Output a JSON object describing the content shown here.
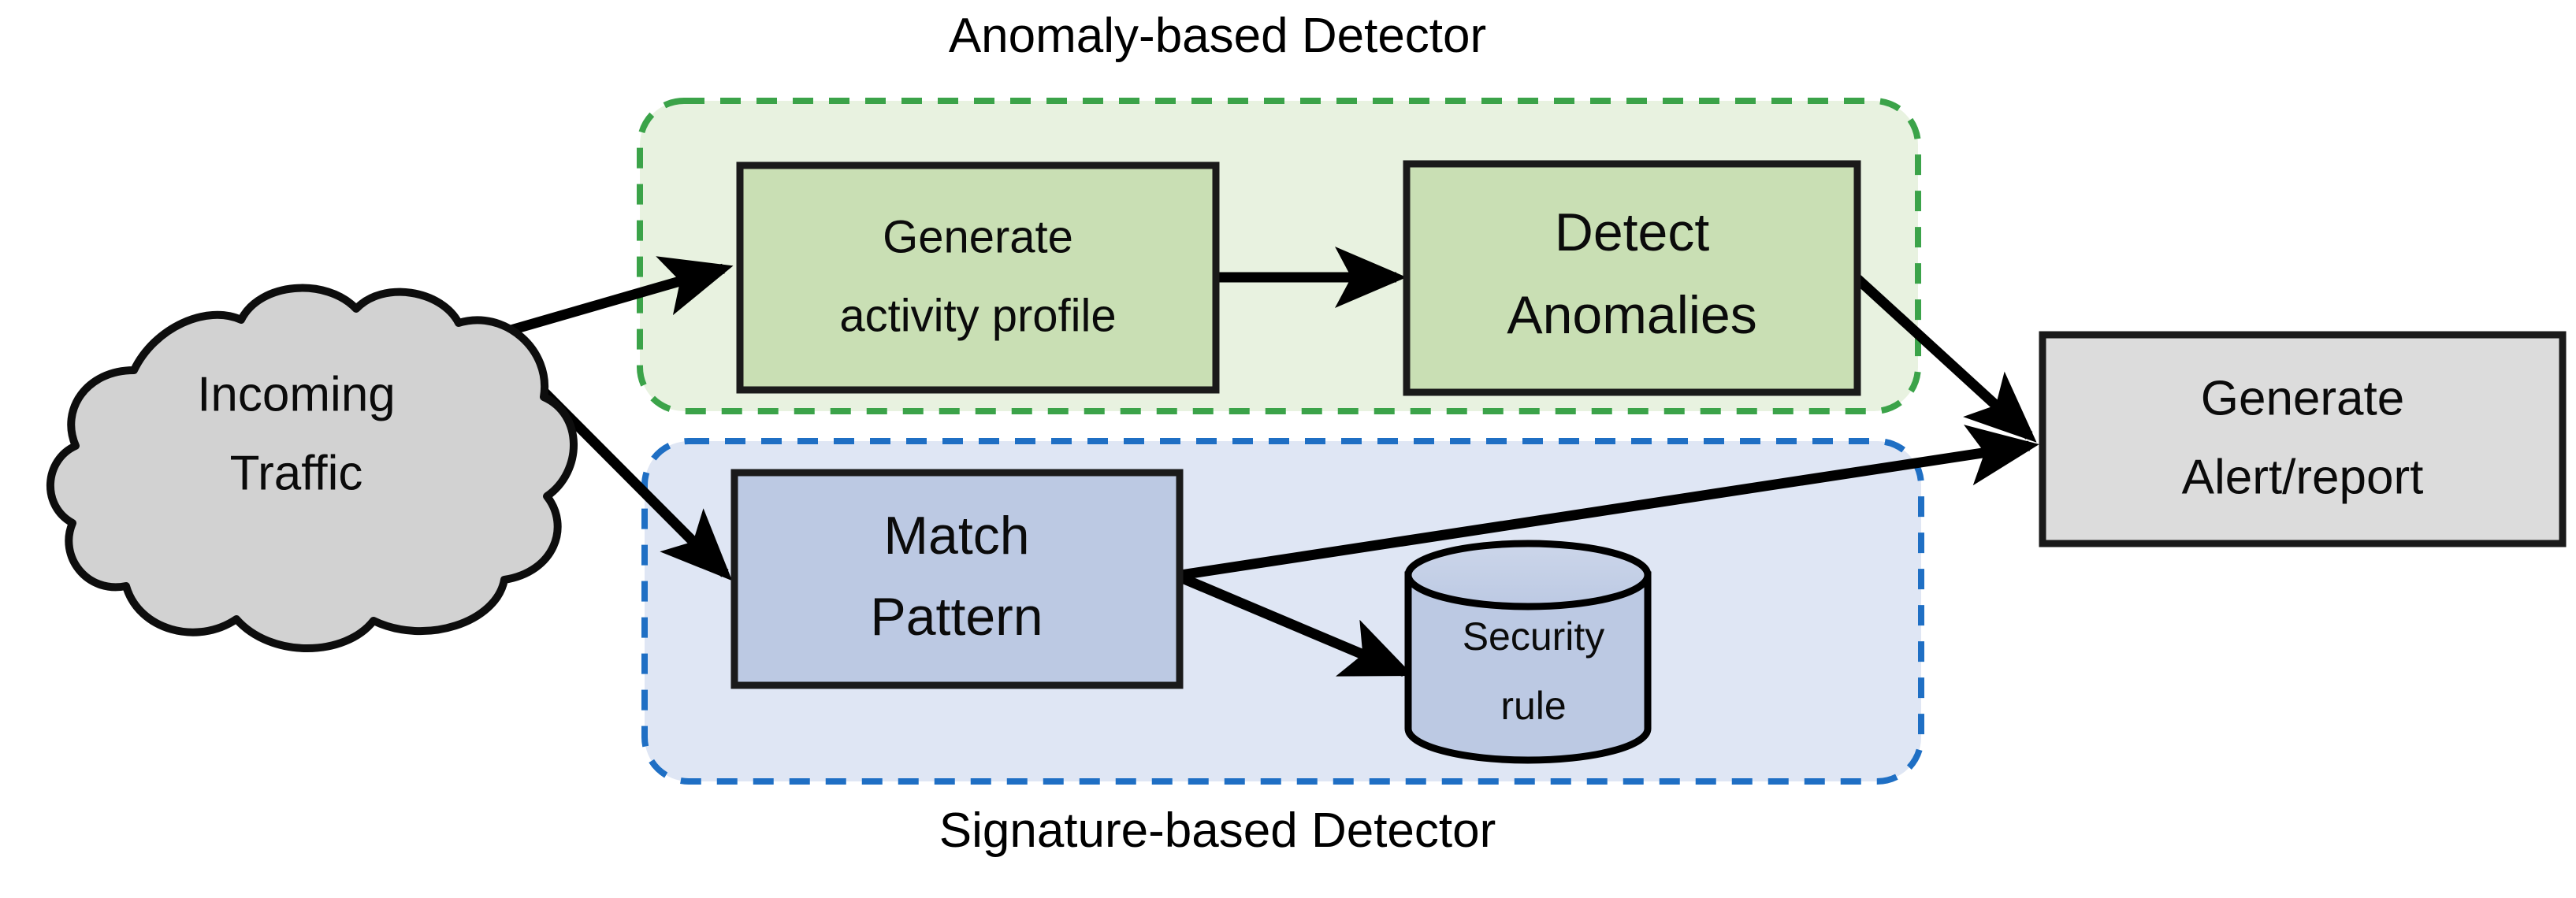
{
  "diagram": {
    "title_top": "Anomaly-based Detector",
    "title_bottom": "Signature-based Detector",
    "background": "#ffffff",
    "groups": [
      {
        "id": "anomaly-group",
        "label": "Anomaly-based Detector",
        "border_color": "#3ba349",
        "fill_color": "#e8f2e0",
        "border_style": "dashed"
      },
      {
        "id": "signature-group",
        "label": "Signature-based Detector",
        "border_color": "#1f6fc4",
        "fill_color": "#dfe6f4",
        "border_style": "dashed"
      }
    ],
    "nodes": [
      {
        "id": "incoming-traffic",
        "shape": "cloud",
        "line1": "Incoming",
        "line2": "Traffic",
        "fill_color": "#d2d2d2",
        "stroke_color": "#000000"
      },
      {
        "id": "generate-activity-profile",
        "shape": "rect",
        "line1": "Generate",
        "line2": "activity profile",
        "fill_color": "#c9dfb4",
        "stroke_color": "#1a1a1a"
      },
      {
        "id": "detect-anomalies",
        "shape": "rect",
        "line1": "Detect",
        "line2": "Anomalies",
        "fill_color": "#c9dfb4",
        "stroke_color": "#1a1a1a"
      },
      {
        "id": "match-pattern",
        "shape": "rect",
        "line1": "Match",
        "line2": "Pattern",
        "fill_color": "#bcc9e3",
        "stroke_color": "#1a1a1a"
      },
      {
        "id": "security-rule",
        "shape": "cylinder",
        "line1": "Security",
        "line2": "rule",
        "fill_color": "#bcc9e3",
        "stroke_color": "#000000"
      },
      {
        "id": "generate-alert-report",
        "shape": "rect",
        "line1": "Generate",
        "line2": "Alert/report",
        "fill_color": "#dcdcdc",
        "stroke_color": "#1a1a1a"
      }
    ],
    "edges": [
      {
        "id": "traffic-to-profile",
        "from": "incoming-traffic",
        "to": "generate-activity-profile",
        "arrow": true
      },
      {
        "id": "traffic-to-match",
        "from": "incoming-traffic",
        "to": "match-pattern",
        "arrow": true
      },
      {
        "id": "profile-to-detect",
        "from": "generate-activity-profile",
        "to": "detect-anomalies",
        "arrow": true
      },
      {
        "id": "detect-to-alert",
        "from": "detect-anomalies",
        "to": "generate-alert-report",
        "arrow": true
      },
      {
        "id": "match-to-alert",
        "from": "match-pattern",
        "to": "generate-alert-report",
        "arrow": true
      },
      {
        "id": "match-to-security-rule",
        "from": "match-pattern",
        "to": "security-rule",
        "arrow": true
      }
    ]
  }
}
